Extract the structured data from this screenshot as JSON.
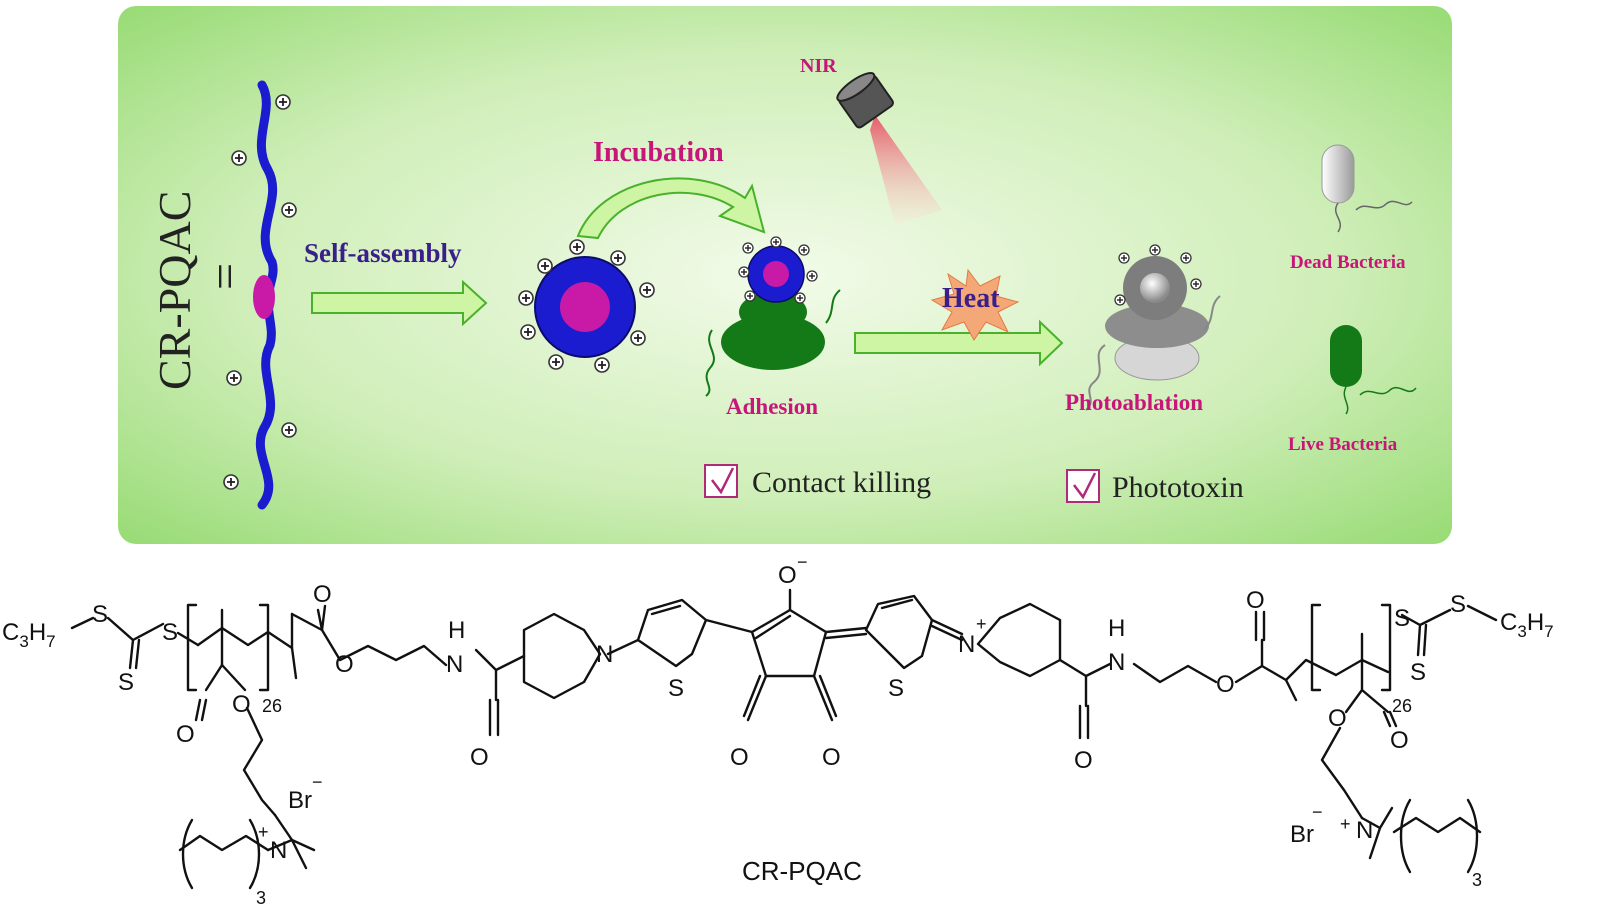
{
  "scheme": {
    "compound_label_vertical": "CR-PQAC",
    "equals_sign": "=",
    "plus_sign": "+",
    "labels": {
      "nir": "NIR",
      "incubation": "Incubation",
      "self_assembly": "Self-assembly",
      "heat": "Heat",
      "adhesion": "Adhesion",
      "photoablation": "Photoablation",
      "dead_bacteria": "Dead Bacteria",
      "live_bacteria": "Live Bacteria"
    },
    "checklist": [
      {
        "text": "Contact killing",
        "checked": true
      },
      {
        "text": "Phototoxin",
        "checked": true
      }
    ],
    "colors": {
      "panel_green": "#a6e08a",
      "polymer_blue": "#1b1bd0",
      "core_magenta": "#c81aa6",
      "bacteria_green": "#137a17",
      "arrow_green": "#cdf5a3",
      "label_magenta": "#c8157a",
      "label_purple": "#3a1f8a"
    }
  },
  "structure": {
    "caption": "CR-PQAC",
    "left_end_group": {
      "main": "C",
      "sub1": "3",
      "mid": "H",
      "sub2": "7"
    },
    "right_end_group": {
      "main": "C",
      "sub1": "3",
      "mid": "H",
      "sub2": "7"
    },
    "sulfur": "S",
    "oxygen": "O",
    "nitrogen": "N",
    "nh_h": "H",
    "bromide": "Br",
    "charge_minus": "−",
    "charge_plus": "+",
    "repeat_count": "26",
    "chain_count": "3"
  }
}
